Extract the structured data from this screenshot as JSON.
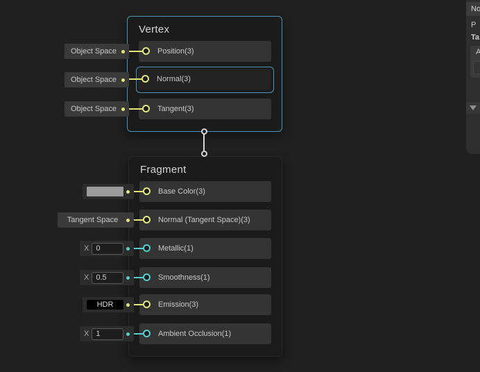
{
  "colors": {
    "canvas_bg": "#202020",
    "node_bg": "#1b1b1b",
    "row_bg": "#343434",
    "selection_blue": "#4a97bb",
    "vec3_port_yellow": "#e2e87b",
    "vec1_port_cyan": "#53cfcf",
    "edge_gray": "#d6d6d6",
    "base_color_swatch": "#9b9b9b"
  },
  "vertex_node": {
    "title": "Vertex",
    "rows": [
      {
        "label": "Position(3)",
        "input": "Object Space"
      },
      {
        "label": "Normal(3)",
        "input": "Object Space"
      },
      {
        "label": "Tangent(3)",
        "input": "Object Space"
      }
    ]
  },
  "fragment_node": {
    "title": "Fragment",
    "rows": [
      {
        "label": "Base Color(3)"
      },
      {
        "label": "Normal (Tangent Space)(3)",
        "input": "Tangent Space"
      },
      {
        "label": "Metallic(1)",
        "axis": "X",
        "value": "0"
      },
      {
        "label": "Smoothness(1)",
        "axis": "X",
        "value": "0.5"
      },
      {
        "label": "Emission(3)",
        "value": "HDR"
      },
      {
        "label": "Ambient Occlusion(1)",
        "axis": "X",
        "value": "1"
      }
    ]
  },
  "inspector": {
    "header_clipped": "No",
    "row1_clipped": "P",
    "row2_clipped": "Ta",
    "list_item_clipped": "A"
  }
}
